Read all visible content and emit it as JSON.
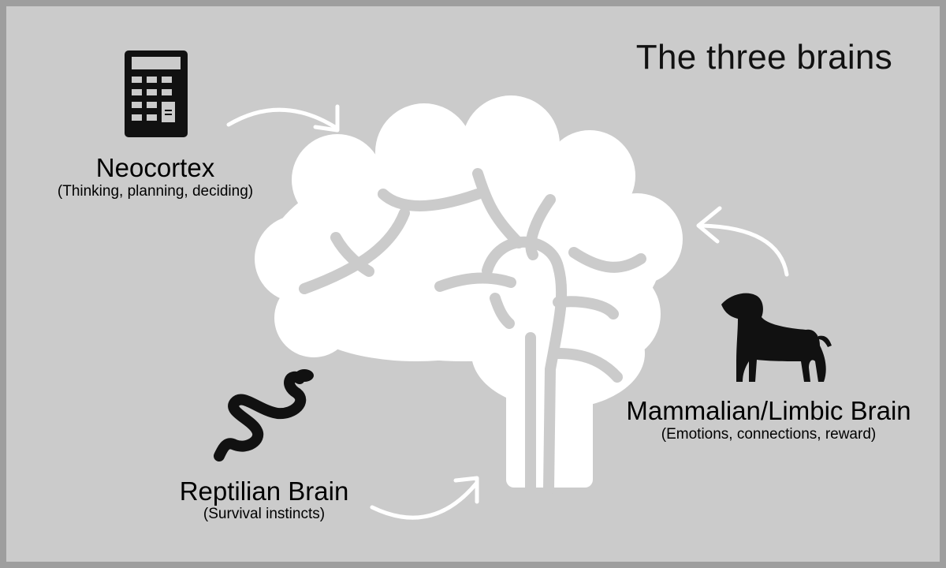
{
  "title": "The three brains",
  "regions": [
    {
      "id": "neocortex",
      "name": "Neocortex",
      "description": "(Thinking, planning, deciding)",
      "icon": "calculator-icon"
    },
    {
      "id": "limbic",
      "name": "Mammalian/Limbic Brain",
      "description": "(Emotions, connections, reward)",
      "icon": "dog-icon"
    },
    {
      "id": "reptilian",
      "name": "Reptilian Brain",
      "description": "(Survival instincts)",
      "icon": "snake-icon"
    }
  ],
  "colors": {
    "background": "#cbcbcb",
    "border": "#9e9e9e",
    "brain": "#ffffff",
    "icons": "#111111",
    "text": "#000000"
  }
}
